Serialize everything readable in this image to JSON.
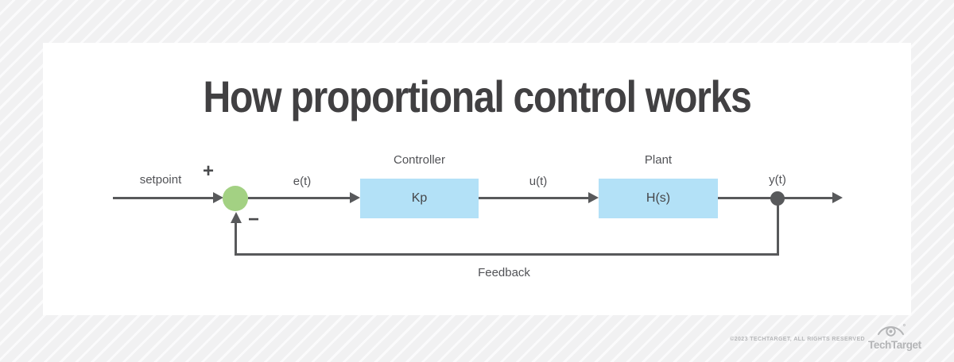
{
  "title": "How proportional control works",
  "diagram": {
    "setpoint": "setpoint",
    "plus": "+",
    "minus": "−",
    "e_signal": "e(t)",
    "controller_caption": "Controller",
    "controller_gain": "Kp",
    "u_signal": "u(t)",
    "plant_caption": "Plant",
    "plant_tf": "H(s)",
    "y_signal": "y(t)",
    "feedback": "Feedback"
  },
  "colors": {
    "block_fill": "#b3e1f7",
    "summing_junction_fill": "#a3d183",
    "line": "#58595b",
    "title_text": "#414042",
    "label_text": "#515256",
    "brand_gray": "#b4b5b7"
  },
  "footer": {
    "copyright": "©2023 TECHTARGET, ALL RIGHTS RESERVED",
    "brand": "TechTarget"
  }
}
